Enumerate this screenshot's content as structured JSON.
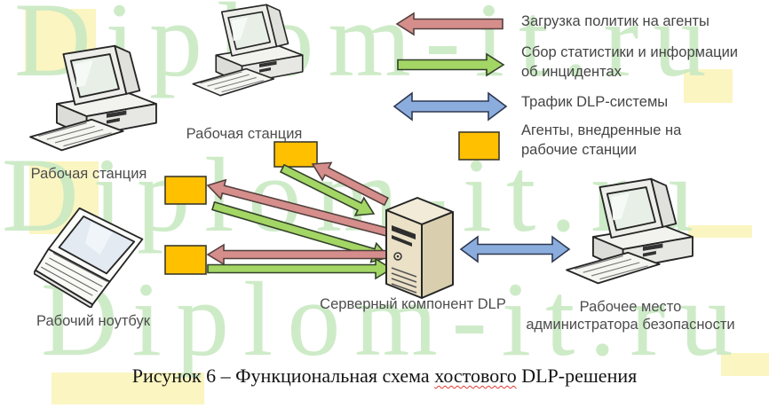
{
  "watermark": {
    "text": "Diplom-it.ru",
    "color": "#c9e9c3"
  },
  "colors": {
    "policy_arrow": "#d58e8b",
    "stats_arrow": "#a3d665",
    "traffic_arrow": "#8badde",
    "agent_box": "#ffc000"
  },
  "legend": {
    "items": [
      {
        "symbol": "red-left-arrow",
        "line1": "Загрузка политик на агенты",
        "line2": ""
      },
      {
        "symbol": "green-right-arrow",
        "line1": "Сбор статистики и информации",
        "line2": "об инцидентах"
      },
      {
        "symbol": "blue-double-arrow",
        "line1": "Трафик DLP-системы",
        "line2": ""
      },
      {
        "symbol": "orange-box",
        "line1": "Агенты, внедренные на",
        "line2": "рабочие станции"
      }
    ]
  },
  "nodes": {
    "workstation1": {
      "label": "Рабочая станция"
    },
    "workstation2": {
      "label": "Рабочая станция"
    },
    "laptop": {
      "label": "Рабочий ноутбук"
    },
    "server": {
      "label": "Серверный компонент DLP"
    },
    "admin": {
      "label_line1": "Рабочее место",
      "label_line2": "администратора безопасности"
    }
  },
  "connections": [
    {
      "type": "policy_upload",
      "from": "server",
      "to": "agent-workstation2"
    },
    {
      "type": "stats_collection",
      "from": "agent-workstation2",
      "to": "server"
    },
    {
      "type": "policy_upload",
      "from": "server",
      "to": "agent-workstation1"
    },
    {
      "type": "stats_collection",
      "from": "agent-workstation1",
      "to": "server"
    },
    {
      "type": "policy_upload",
      "from": "server",
      "to": "agent-laptop"
    },
    {
      "type": "stats_collection",
      "from": "agent-laptop",
      "to": "server"
    },
    {
      "type": "dlp_traffic",
      "from": "server",
      "to": "admin",
      "bidirectional": true
    }
  ],
  "caption": {
    "prefix": "Рисунок 6 – Функциональная схема ",
    "misspelled_word": "хостового",
    "suffix": " DLP-решения"
  }
}
